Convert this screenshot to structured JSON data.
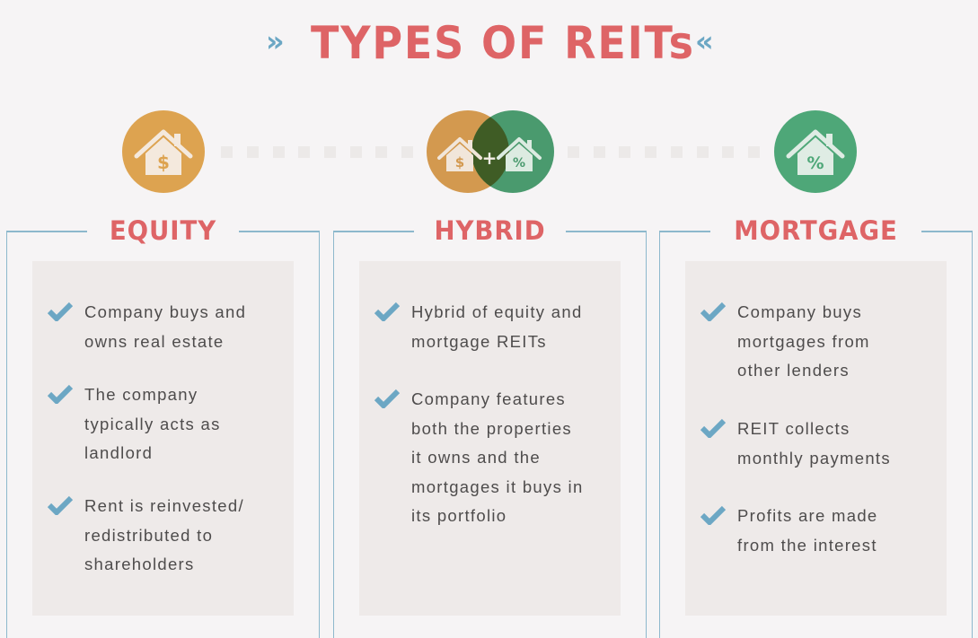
{
  "header": {
    "title": "TYPES OF REITs",
    "left_decoration": "»",
    "right_decoration": "«"
  },
  "colors": {
    "title_red": "#de6466",
    "accent_blue": "#6ca7c4",
    "equity_orange": "#dda350",
    "mortgage_green": "#4ea778",
    "hybrid_overlap": "#3f5c25",
    "background": "#f6f4f5",
    "panel": "#eeeae9",
    "border": "#8db8cc"
  },
  "icons": {
    "equity": {
      "icon": "house-dollar-icon",
      "symbol": "$"
    },
    "hybrid": {
      "icon": "house-dollar-plus-house-percent-icon",
      "left_symbol": "$",
      "joiner": "+",
      "right_symbol": "%"
    },
    "mortgage": {
      "icon": "house-percent-icon",
      "symbol": "%"
    }
  },
  "columns": [
    {
      "heading": "EQUITY",
      "items": [
        "Company buys and\nowns real estate",
        "The company\ntypically acts as\nlandlord",
        "Rent is reinvested/\nredistributed to\nshareholders"
      ]
    },
    {
      "heading": "HYBRID",
      "items": [
        "Hybrid of equity and\nmortgage REITs",
        "Company features\nboth the properties\nit owns and the\nmortgages it buys in\nits portfolio"
      ]
    },
    {
      "heading": "MORTGAGE",
      "items": [
        "Company buys\nmortgages from\nother lenders",
        "REIT collects\nmonthly payments",
        "Profits are made\nfrom the interest"
      ]
    }
  ]
}
